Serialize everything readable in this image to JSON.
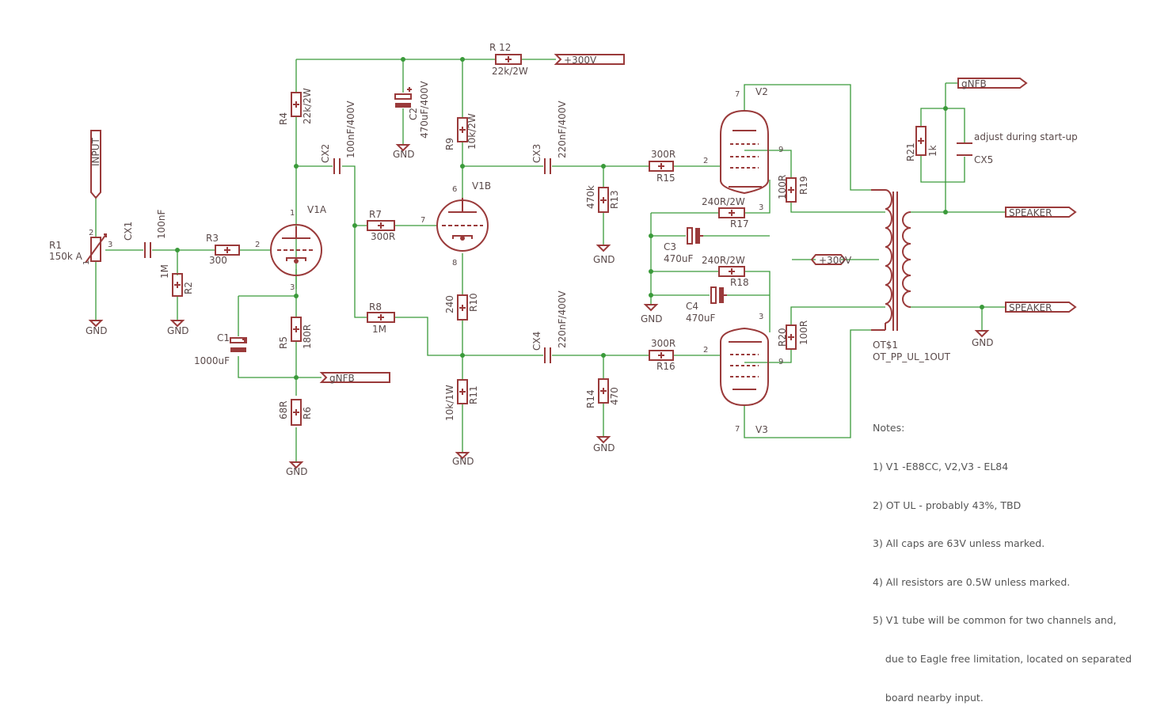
{
  "parts": {
    "r1": {
      "ref": "R1",
      "value": "150k A"
    },
    "cx1": {
      "ref": "CX1",
      "value": "100nF"
    },
    "r2": {
      "ref": "R2",
      "value": "1M"
    },
    "r3": {
      "ref": "R3",
      "value": "300"
    },
    "r4": {
      "ref": "R4",
      "value": "22k/2W"
    },
    "cx2": {
      "ref": "CX2",
      "value": "100nF/400V"
    },
    "c2": {
      "ref": "C2",
      "value": "470uF/400V"
    },
    "r12": {
      "ref": "R 12",
      "value": "22k/2W"
    },
    "r9": {
      "ref": "R9",
      "value": "10k/2W"
    },
    "cx3": {
      "ref": "CX3",
      "value": "220nF/400V"
    },
    "r13": {
      "ref": "R13",
      "value": "470k"
    },
    "r15": {
      "ref": "R15",
      "value": "300R"
    },
    "r19": {
      "ref": "R19",
      "value": "100R"
    },
    "r17": {
      "ref": "R17",
      "value": "240R/2W"
    },
    "c3": {
      "ref": "C3",
      "value": "470uF"
    },
    "r18": {
      "ref": "R18",
      "value": "240R/2W"
    },
    "c4": {
      "ref": "C4",
      "value": "470uF"
    },
    "r7": {
      "ref": "R7",
      "value": "300R"
    },
    "r8": {
      "ref": "R8",
      "value": "1M"
    },
    "r5": {
      "ref": "R5",
      "value": "180R"
    },
    "c1": {
      "ref": "C1",
      "value": "1000uF"
    },
    "r6": {
      "ref": "R6",
      "value": "68R"
    },
    "r10": {
      "ref": "R10",
      "value": "240"
    },
    "r11": {
      "ref": "R11",
      "value": "10k/1W"
    },
    "cx4": {
      "ref": "CX4",
      "value": "220nF/400V"
    },
    "r14": {
      "ref": "R14",
      "value": "470"
    },
    "r16": {
      "ref": "R16",
      "value": "300R"
    },
    "r20": {
      "ref": "R20",
      "value": "100R"
    },
    "r21": {
      "ref": "R21",
      "value": "1k"
    },
    "cx5": {
      "ref": "CX5",
      "value": "adjust during start-up"
    },
    "ot": {
      "ref": "OT$1",
      "value": "OT_PP_UL_1OUT"
    }
  },
  "tubes": {
    "v1a": "V1A",
    "v1b": "V1B",
    "v2": "V2",
    "v3": "V3"
  },
  "ports": {
    "input": "INPUT",
    "b300_top": "+300V",
    "b300_mid": "+300V",
    "gnfb_top": "gNFB",
    "gnfb_mid": "gNFB",
    "speaker_top": "SPEAKER",
    "speaker_bot": "SPEAKER"
  },
  "gnd": "GND",
  "pins": {
    "p1": "1",
    "p2": "2",
    "p3": "3",
    "p6": "6",
    "p7": "7",
    "p8": "8",
    "p9": "9"
  },
  "notes": [
    "Notes:",
    "1) V1 -E88CC, V2,V3 - EL84",
    "2) OT UL - probably 43%, TBD",
    "3) All caps are 63V unless marked.",
    "4) All resistors are 0.5W unless marked.",
    "5) V1 tube will be common for two channels and,",
    "    due to Eagle free limitation, located on separated",
    "    board nearby input."
  ],
  "colors": {
    "wire": "#3a9a3a",
    "component": "#9a3a3a",
    "text": "#5a4a4a"
  }
}
